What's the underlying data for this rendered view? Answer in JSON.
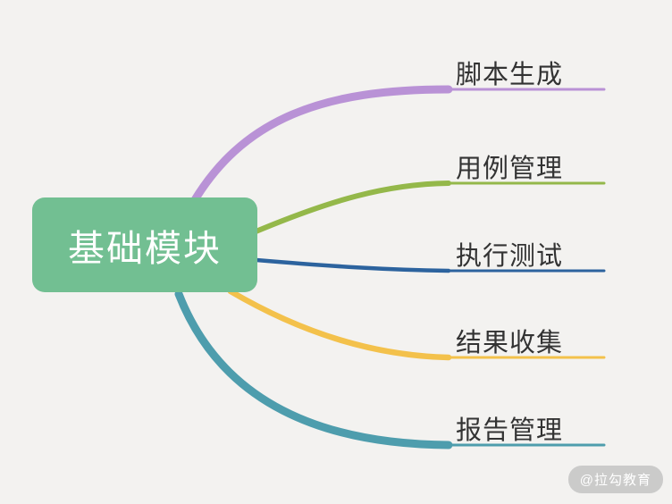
{
  "canvas": {
    "background": "#f3f2f0"
  },
  "root_node": {
    "label": "基础模块",
    "color": "#72bf92",
    "text_color": "#ffffff"
  },
  "branches": [
    {
      "label": "脚本生成",
      "color": "#b992d6"
    },
    {
      "label": "用例管理",
      "color": "#94b84a"
    },
    {
      "label": "执行测试",
      "color": "#2c639e"
    },
    {
      "label": "结果收集",
      "color": "#f3c14b"
    },
    {
      "label": "报告管理",
      "color": "#4e9dad"
    }
  ],
  "watermark": {
    "text": "@拉勾教育"
  }
}
